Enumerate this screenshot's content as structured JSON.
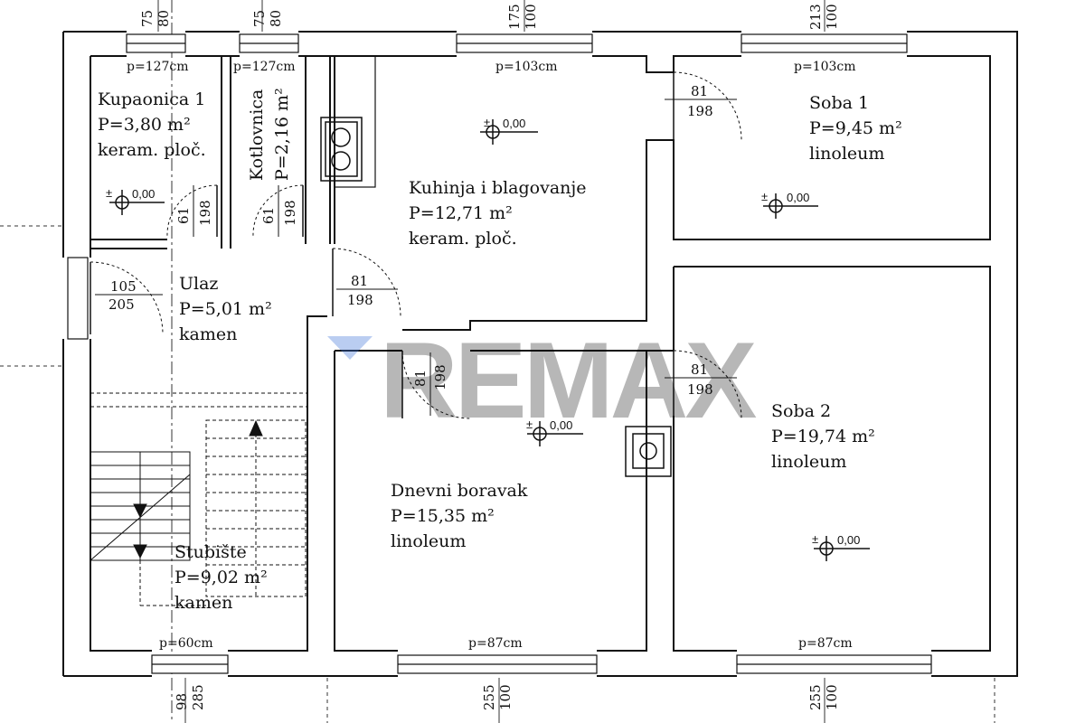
{
  "rooms": [
    {
      "name": "Kupaonica 1",
      "area": "P=3,80 m²",
      "floor": "keram. ploč."
    },
    {
      "name": "Kotlovnica",
      "area": "P=2,16 m²"
    },
    {
      "name": "Kuhinja i blagovanje",
      "area": "P=12,71 m²",
      "floor": "keram. ploč."
    },
    {
      "name": "Soba 1",
      "area": "P=9,45 m²",
      "floor": "linoleum"
    },
    {
      "name": "Ulaz",
      "area": "P=5,01 m²",
      "floor": "kamen"
    },
    {
      "name": "Dnevni boravak",
      "area": "P=15,35 m²",
      "floor": "linoleum"
    },
    {
      "name": "Soba 2",
      "area": "P=19,74 m²",
      "floor": "linoleum"
    },
    {
      "name": "Stubište",
      "area": "P=9,02 m²",
      "floor": "kamen"
    }
  ],
  "sills": {
    "kup": "p=127cm",
    "kot": "p=127cm",
    "kuh": "p=103cm",
    "soba1": "p=103cm",
    "stub": "p=60cm",
    "dnevni": "p=87cm",
    "soba2": "p=87cm"
  },
  "windows": {
    "w1": [
      "75",
      "80"
    ],
    "w2": [
      "75",
      "80"
    ],
    "w3": [
      "175",
      "100"
    ],
    "w4": [
      "213",
      "100"
    ],
    "w5": [
      "98",
      "285"
    ],
    "w6": [
      "255",
      "100"
    ],
    "w7": [
      "255",
      "100"
    ]
  },
  "doors": {
    "kup": [
      "61",
      "198"
    ],
    "kot": [
      "61",
      "198"
    ],
    "kuh": [
      "81",
      "198"
    ],
    "soba1": [
      "81",
      "198"
    ],
    "ulaz": [
      "105",
      "205"
    ],
    "dnevni": [
      "81",
      "198"
    ],
    "soba2": [
      "81",
      "198"
    ]
  },
  "level": "0,00",
  "level_sign": "±",
  "watermark": "REMAX"
}
